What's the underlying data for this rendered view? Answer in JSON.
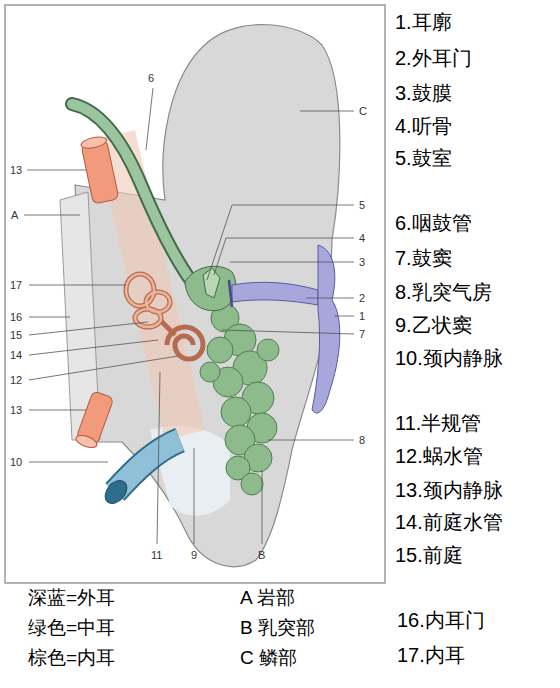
{
  "diagram": {
    "labels": [
      "6",
      "13",
      "A",
      "C",
      "5",
      "4",
      "3",
      "17",
      "2",
      "16",
      "1",
      "15",
      "7",
      "14",
      "12",
      "13",
      "8",
      "10",
      "11",
      "9",
      "B",
      "1.耳廓",
      "2.外耳门",
      "3.鼓膜",
      "4.听骨",
      "5.鼓室",
      "6.咽鼓管",
      "7.鼓窦",
      "8.乳突气房",
      "9.乙状窦",
      "10.颈内静脉",
      "11.半规管",
      "12.蜗水管",
      "13.颈内静脉",
      "14.前庭水管",
      "15.前庭",
      "16.内耳门",
      "17.内耳",
      "深蓝=外耳",
      "A 岩部",
      "绿色=中耳",
      "B 乳突部",
      "棕色=内耳",
      "C 鳞部"
    ]
  }
}
